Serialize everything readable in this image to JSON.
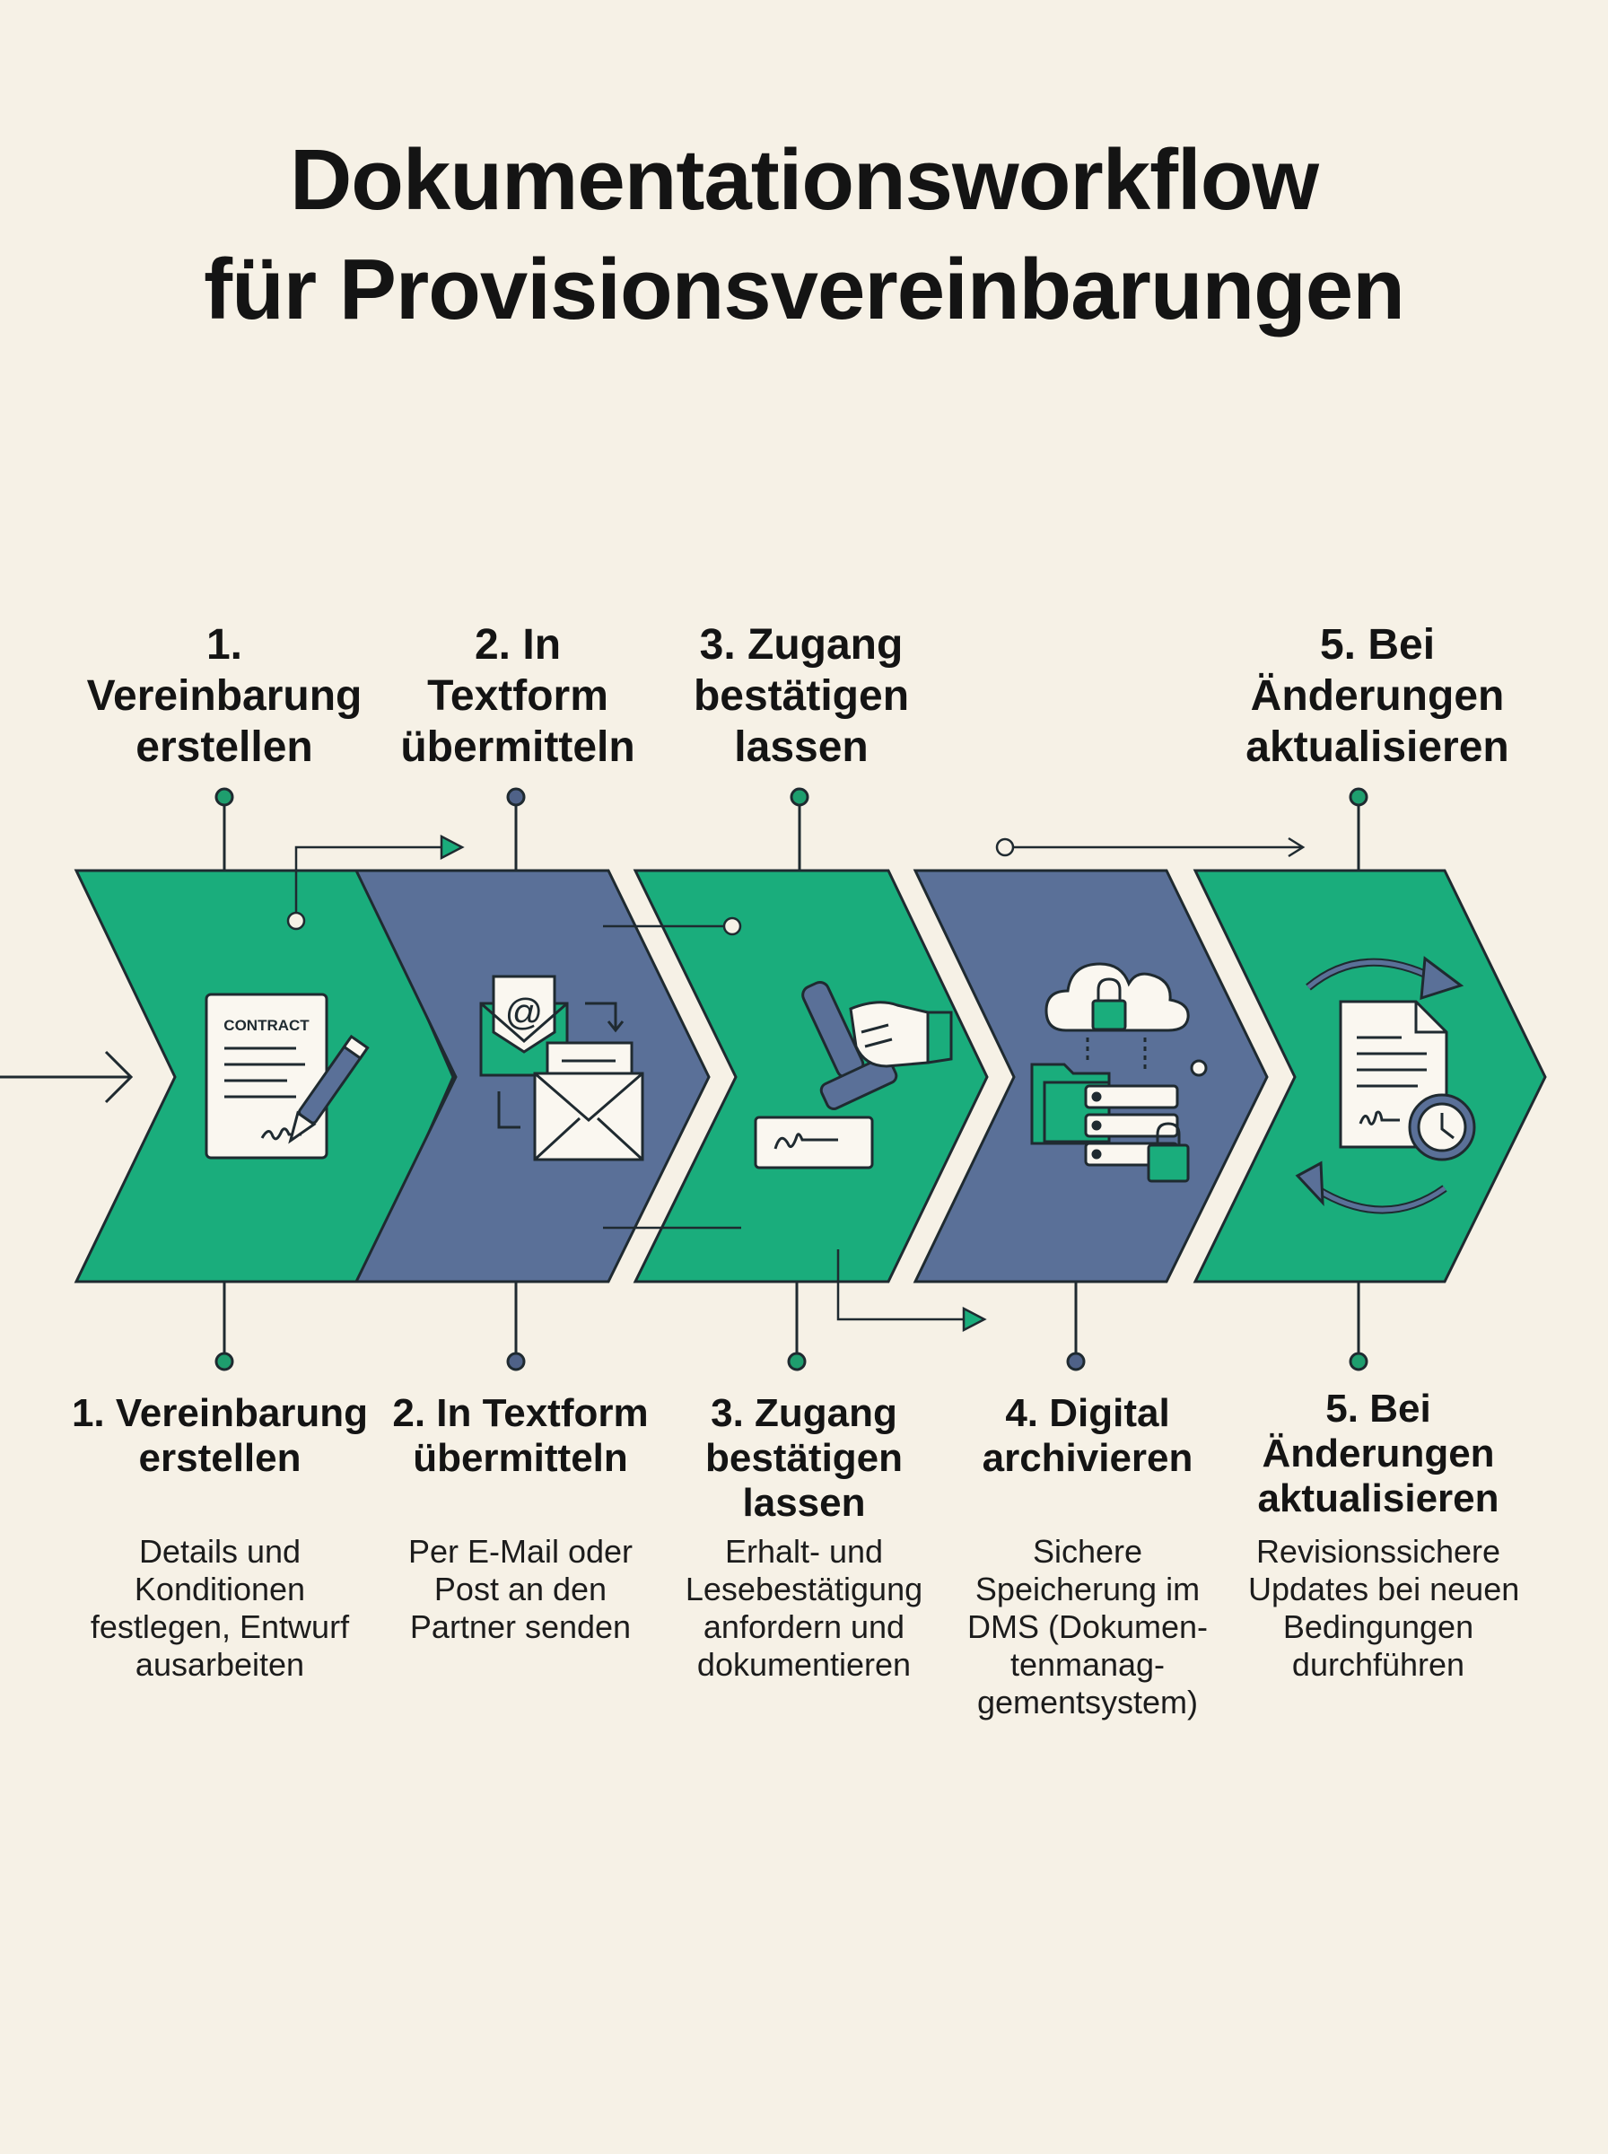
{
  "title_lines": [
    "Dokumentationsworkflow",
    "für Provisionsvereinbarungen"
  ],
  "colors": {
    "background": "#f6f1e6",
    "green": "#1aad7c",
    "blue": "#5a7098",
    "stroke": "#1f2a30",
    "green_dot": "#1e9e6e",
    "blue_dot": "#4f6288"
  },
  "steps": [
    {
      "top_label_lines": [
        "1.",
        "Vereinbarung",
        "erstellen"
      ],
      "bottom_label_lines": [
        "1. Vereinbarung",
        "erstellen"
      ],
      "description_lines": [
        "Details und",
        "Konditionen",
        "festlegen, Entwurf",
        "ausarbeiten"
      ],
      "color": "green",
      "icon": "contract-signing-icon",
      "icon_text": "CONTRACT"
    },
    {
      "top_label_lines": [
        "2. In",
        "Textform",
        "übermitteln"
      ],
      "bottom_label_lines": [
        "2. In Textform",
        "übermitteln"
      ],
      "description_lines": [
        "Per E-Mail oder",
        "Post an den",
        "Partner senden"
      ],
      "color": "blue",
      "icon": "email-envelope-icon",
      "icon_text": "@"
    },
    {
      "top_label_lines": [
        "3. Zugang",
        "bestätigen",
        "lassen"
      ],
      "bottom_label_lines": [
        "3. Zugang",
        "bestätigen",
        "lassen"
      ],
      "description_lines": [
        "Erhalt- und",
        "Lesebestätigung",
        "anfordern und",
        "dokumentieren"
      ],
      "color": "green",
      "icon": "stamp-approval-icon",
      "icon_text": ""
    },
    {
      "top_label_lines": [],
      "bottom_label_lines": [
        "4. Digital",
        "archivieren"
      ],
      "description_lines": [
        "Sichere",
        "Speicherung im",
        "DMS (Dokumen-",
        "tenmanag-",
        "gementsystem)"
      ],
      "color": "blue",
      "icon": "cloud-archive-lock-icon",
      "icon_text": ""
    },
    {
      "top_label_lines": [
        "5. Bei",
        "Änderungen",
        "aktualisieren"
      ],
      "bottom_label_lines": [
        "5. Bei",
        "Änderungen",
        "aktualisieren"
      ],
      "description_lines": [
        "Revisionssichere",
        "Updates bei neuen",
        "Bedingungen",
        "durchführen"
      ],
      "color": "green",
      "icon": "document-update-cycle-icon",
      "icon_text": ""
    }
  ]
}
